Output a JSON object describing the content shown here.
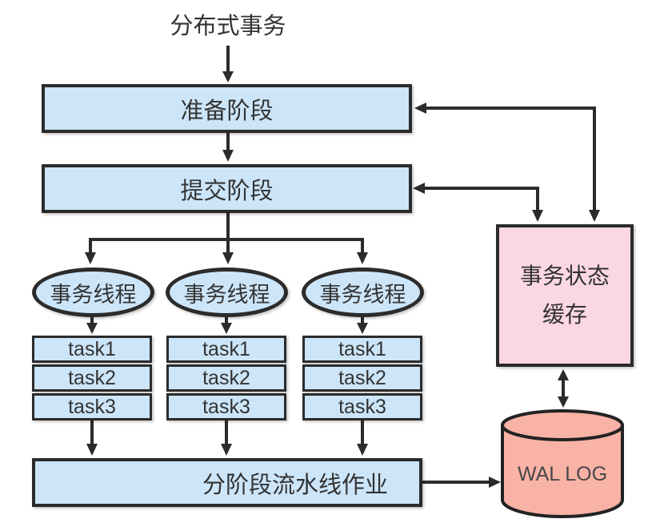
{
  "title": "分布式事务",
  "phase1": {
    "label": "准备阶段"
  },
  "phase2": {
    "label": "提交阶段"
  },
  "threads": [
    {
      "label": "事务线程",
      "tasks": [
        "task1",
        "task2",
        "task3"
      ]
    },
    {
      "label": "事务线程",
      "tasks": [
        "task1",
        "task2",
        "task3"
      ]
    },
    {
      "label": "事务线程",
      "tasks": [
        "task1",
        "task2",
        "task3"
      ]
    }
  ],
  "pipeline": {
    "label": "分阶段流水线作业"
  },
  "cache": {
    "line1": "事务状态",
    "line2": "缓存"
  },
  "wal": {
    "label": "WAL LOG"
  },
  "colors": {
    "node_fill": "#cce5f9",
    "cache_fill": "#fbd7e5",
    "wal_fill": "#f8b3a6",
    "line": "#2b2b2b"
  }
}
